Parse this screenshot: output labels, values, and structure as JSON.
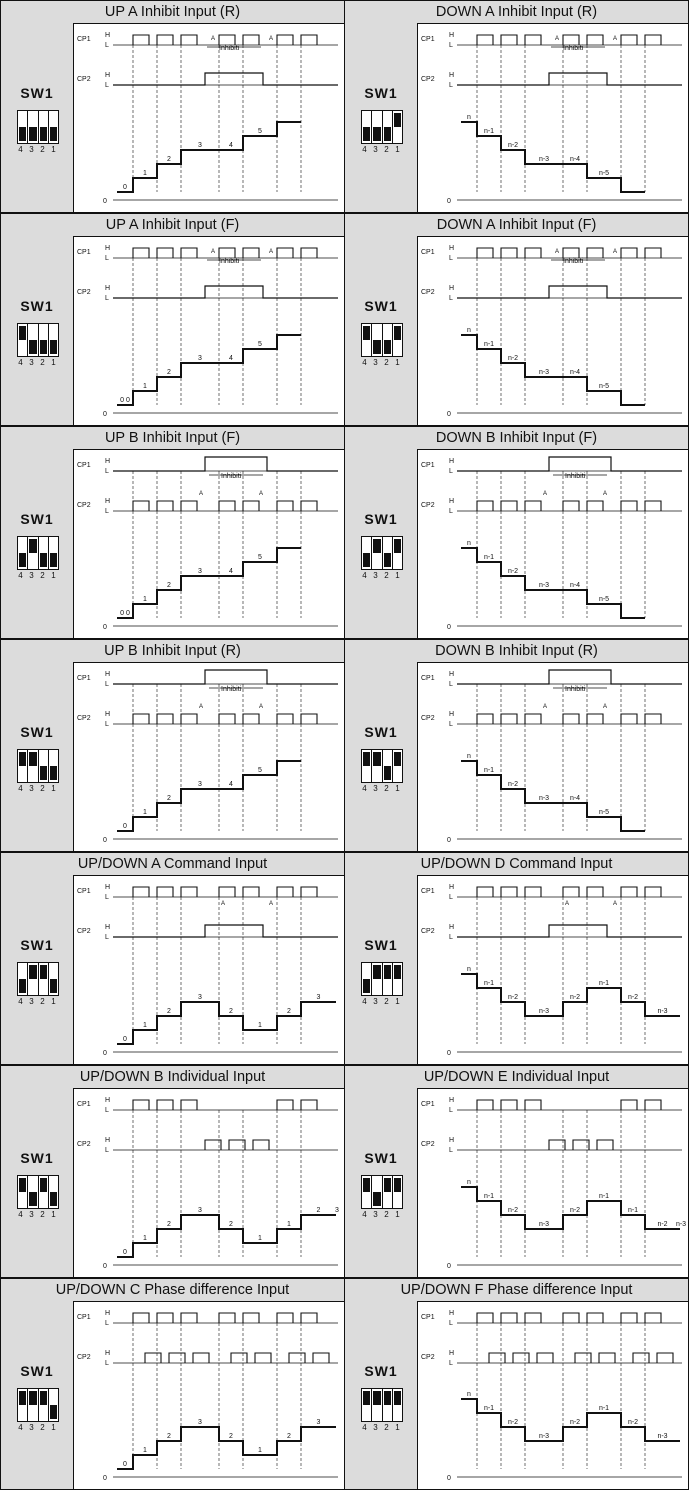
{
  "sw_label": "SW1",
  "sw_label_alt": "SW1",
  "dip_numbers": [
    "4",
    "3",
    "2",
    "1"
  ],
  "signal_labels": {
    "cp1": "CP1",
    "cp2": "CP2",
    "high": "H",
    "low": "L",
    "zero": "0",
    "inhibit": "Inhibiti",
    "a": "A"
  },
  "panels": [
    {
      "title": "UP A Inhibit Input (R)",
      "switch_on": [
        true,
        true,
        true,
        true
      ],
      "kind": "up",
      "counts": [
        "0",
        "1",
        "2",
        "3",
        "4",
        "5"
      ]
    },
    {
      "title": "DOWN A Inhibit Input (R)",
      "switch_on": [
        true,
        true,
        true,
        false
      ],
      "kind": "down",
      "counts": [
        "n",
        "n-1",
        "n-2",
        "n-3",
        "n-4",
        "n-5"
      ]
    },
    {
      "title": "UP A Inhibit Input (F)",
      "switch_on": [
        false,
        true,
        true,
        true
      ],
      "kind": "up",
      "counts": [
        "0 0",
        "1",
        "2",
        "3",
        "4",
        "5"
      ]
    },
    {
      "title": "DOWN A Inhibit Input (F)",
      "switch_on": [
        false,
        true,
        true,
        false
      ],
      "kind": "down",
      "counts": [
        "n",
        "n-1",
        "n-2",
        "n-3",
        "n-4",
        "n-5"
      ]
    },
    {
      "title": "UP B Inhibit Input (F)",
      "switch_on": [
        true,
        false,
        true,
        true
      ],
      "kind": "up",
      "counts": [
        "0 0",
        "1",
        "2",
        "3",
        "4",
        "5"
      ]
    },
    {
      "title": "DOWN B Inhibit Input (F)",
      "switch_on": [
        true,
        false,
        true,
        false
      ],
      "kind": "down",
      "counts": [
        "n",
        "n-1",
        "n-2",
        "n-3",
        "n-4",
        "n-5"
      ]
    },
    {
      "title": "UP B Inhibit Input (R)",
      "switch_on": [
        false,
        false,
        true,
        true
      ],
      "kind": "up",
      "counts": [
        "0",
        "1",
        "2",
        "3",
        "4",
        "5"
      ]
    },
    {
      "title": "DOWN B Inhibit Input (R)",
      "switch_on": [
        false,
        false,
        true,
        false
      ],
      "kind": "down",
      "counts": [
        "n",
        "n-1",
        "n-2",
        "n-3",
        "n-4",
        "n-5"
      ]
    },
    {
      "title": "UP/DOWN A Command Input",
      "switch_on": [
        true,
        false,
        false,
        true
      ],
      "kind": "updown",
      "counts": [
        "0",
        "1",
        "2",
        "3",
        "2",
        "1",
        "2",
        "3"
      ]
    },
    {
      "title": "UP/DOWN D Command Input",
      "switch_on": [
        true,
        false,
        false,
        false
      ],
      "kind": "downup",
      "counts": [
        "n",
        "n-1",
        "n-2",
        "n-3",
        "n-2",
        "n-1",
        "n-2",
        "n-3"
      ]
    },
    {
      "title": "UP/DOWN B Individual Input",
      "switch_on": [
        false,
        true,
        false,
        true
      ],
      "kind": "updown",
      "counts": [
        "0",
        "1",
        "2",
        "3",
        "2",
        "1",
        "1",
        "2",
        "3"
      ]
    },
    {
      "title": "UP/DOWN E Individual Input",
      "switch_on": [
        false,
        true,
        false,
        false
      ],
      "kind": "downup",
      "counts": [
        "n",
        "n-1",
        "n-2",
        "n-3",
        "n-2",
        "n-1",
        "n-1",
        "n-2",
        "n-3"
      ]
    },
    {
      "title": "UP/DOWN C Phase difference Input",
      "switch_on": [
        false,
        false,
        false,
        true
      ],
      "kind": "updown",
      "counts": [
        "0",
        "1",
        "2",
        "3",
        "2",
        "1",
        "2",
        "3"
      ]
    },
    {
      "title": "UP/DOWN F Phase difference Input",
      "switch_on": [
        false,
        false,
        false,
        false
      ],
      "kind": "downup",
      "counts": [
        "n",
        "n-1",
        "n-2",
        "n-3",
        "n-2",
        "n-1",
        "n-2",
        "n-3"
      ]
    }
  ]
}
